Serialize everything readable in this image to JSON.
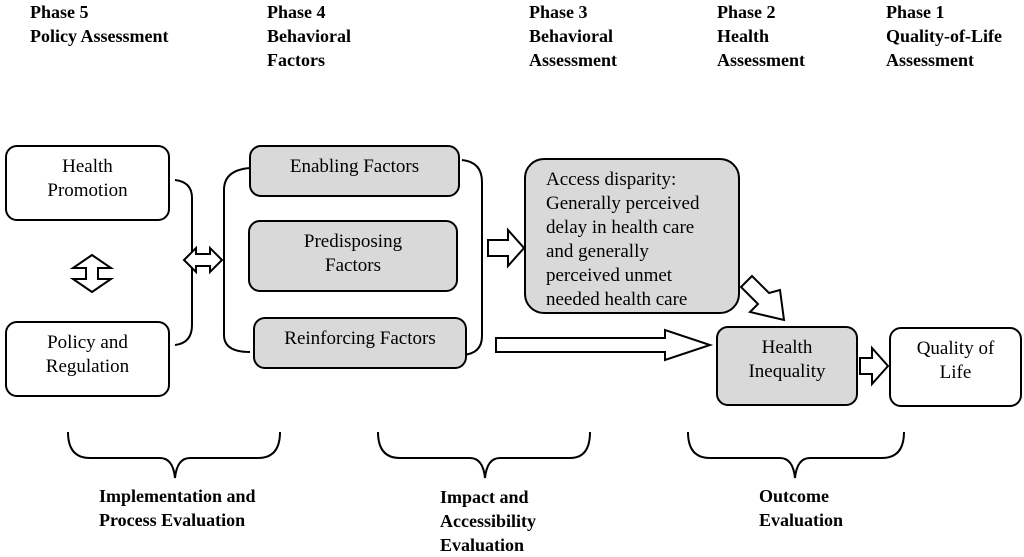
{
  "phases": [
    {
      "num": "Phase 5",
      "line1": "Policy Assessment",
      "line2": ""
    },
    {
      "num": "Phase 4",
      "line1": "Behavioral",
      "line2": "Factors"
    },
    {
      "num": "Phase 3",
      "line1": "Behavioral",
      "line2": "Assessment"
    },
    {
      "num": "Phase 2",
      "line1": "Health",
      "line2": "Assessment"
    },
    {
      "num": "Phase 1",
      "line1": "Quality-of-Life",
      "line2": "Assessment"
    }
  ],
  "boxes": {
    "health_promotion": [
      "Health",
      "Promotion"
    ],
    "policy_regulation": [
      "Policy and",
      "Regulation"
    ],
    "enabling": "Enabling Factors",
    "predisposing": [
      "Predisposing",
      "Factors"
    ],
    "reinforcing": "Reinforcing Factors",
    "access_disparity": [
      "Access disparity:",
      "Generally perceived",
      "delay in health care",
      "and generally",
      "perceived unmet",
      "needed health care"
    ],
    "health_inequality": [
      "Health",
      "Inequality"
    ],
    "quality_of_life": [
      "Quality of",
      "Life"
    ]
  },
  "evaluations": {
    "implementation": [
      "Implementation and",
      "Process Evaluation"
    ],
    "impact": [
      "Impact and",
      "Accessibility",
      "Evaluation"
    ],
    "outcome": [
      "Outcome",
      "Evaluation"
    ]
  },
  "colors": {
    "box_fill": "#d9d9d9",
    "stroke": "#000000"
  }
}
